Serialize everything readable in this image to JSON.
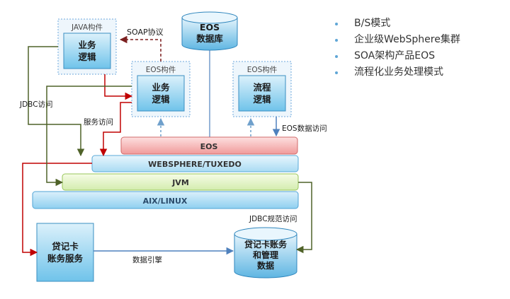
{
  "diagram": {
    "java_group_label": "JAVA构件",
    "java_logic": [
      "业务",
      "逻辑"
    ],
    "soap_label": "SOAP协议",
    "eos_db": [
      "EOS",
      "数据库"
    ],
    "eos_component1_label": "EOS构件",
    "eos_logic": [
      "业务",
      "逻辑"
    ],
    "eos_component2_label": "EOS构件",
    "flow_logic": [
      "流程",
      "逻辑"
    ],
    "jdbc_access_label": "JDBC访问",
    "service_access_label": "服务访问",
    "eos_data_access_label": "EOS数据访问",
    "layer_eos": "EOS",
    "layer_websphere": "WEBSPHERE/TUXEDO",
    "layer_jvm": "JVM",
    "layer_aix": "AIX/LINUX",
    "jdbc_spec_label": "JDBC规范访问",
    "credit_service": [
      "贷记卡",
      "账务服务"
    ],
    "data_ref_label": "数据引擎",
    "credit_db": [
      "贷记卡账务",
      "和管理",
      "数据"
    ]
  },
  "bullets": [
    "B/S模式",
    "企业级WebSphere集群",
    "SOA架构产品EOS",
    "流程化业务处理模式"
  ],
  "colors": {
    "red_arrow": "#c00000",
    "olive_arrow": "#4f6228",
    "blue_arrow": "#4f81bd",
    "dark_red_dashed": "#7b1f1f",
    "dashed_border": "#6fa8dc",
    "bullet": "#5fa6d6"
  }
}
